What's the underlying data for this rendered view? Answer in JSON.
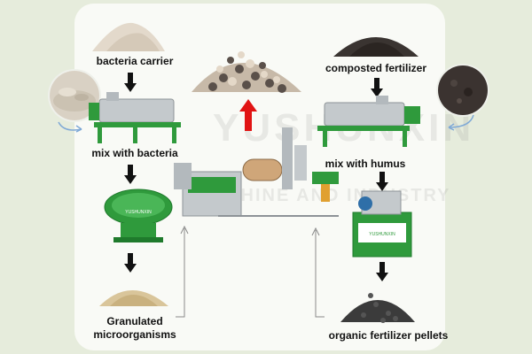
{
  "labels": {
    "bacteria_carrier": "bacteria carrier",
    "mix_with_bacteria": "mix with bacteria",
    "granulated_line1": "Granulated",
    "granulated_line2": "microorganisms",
    "composted_fertilizer": "composted fertilizer",
    "mix_with_humus": "mix with humus",
    "organic_fertilizer_pellets": "organic fertilizer pellets"
  },
  "machine_brand": "YUSHUNXIN",
  "watermark": {
    "brand": "YUSHUNXIN",
    "tagline": "MACHINE AND INDUSTRY"
  },
  "colors": {
    "background": "#e6ecdc",
    "panel": "#f9faf6",
    "machine_green": "#2f9a3c",
    "machine_gray": "#c4c9cc",
    "output_arrow_red": "#e11414",
    "flow_arrow": "#111111",
    "connector_line": "#8a8a8a"
  },
  "icons": [
    "down-arrow-icon",
    "red-up-arrow-icon",
    "curved-arrow-icon"
  ]
}
